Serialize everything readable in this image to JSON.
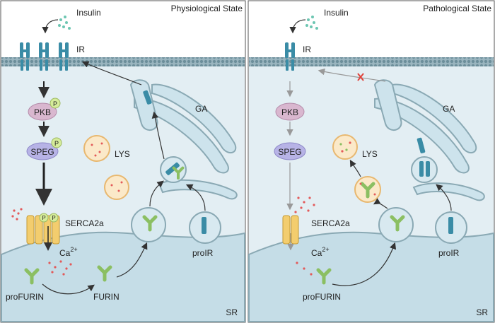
{
  "left_panel": {
    "title": "Physiological State",
    "insulin": "Insulin",
    "ir": "IR",
    "pkb": "PKB",
    "speg": "SPEG",
    "phospho": "P",
    "lys": "LYS",
    "ga": "GA",
    "serca": "SERCA2a",
    "ca": "Ca",
    "ca_sup": "2+",
    "profurin": "proFURIN",
    "furin": "FURIN",
    "proir": "proIR",
    "sr": "SR"
  },
  "right_panel": {
    "title": "Pathological State",
    "insulin": "Insulin",
    "ir": "IR",
    "pkb": "PKB",
    "speg": "SPEG",
    "lys": "LYS",
    "ga": "GA",
    "serca": "SERCA2a",
    "ca": "Ca",
    "ca_sup": "2+",
    "profurin": "proFURIN",
    "proir": "proIR",
    "sr": "SR"
  },
  "colors": {
    "cytoplasm": "#e3eef3",
    "membrane": "#8aa9b4",
    "receptor": "#3a8ca6",
    "golgi": "#cde3ec",
    "sr_fill": "#c5dde7",
    "pkb": "#d9b7cf",
    "speg": "#b7b3e6",
    "phospho": "#d6ec9b",
    "lysosome": "#fbe9c9",
    "serca": "#f3cd6e",
    "calcium": "#e35a5a",
    "furin": "#8bbf62",
    "insulin": "#6cc6b2",
    "block": "#e0433b"
  }
}
